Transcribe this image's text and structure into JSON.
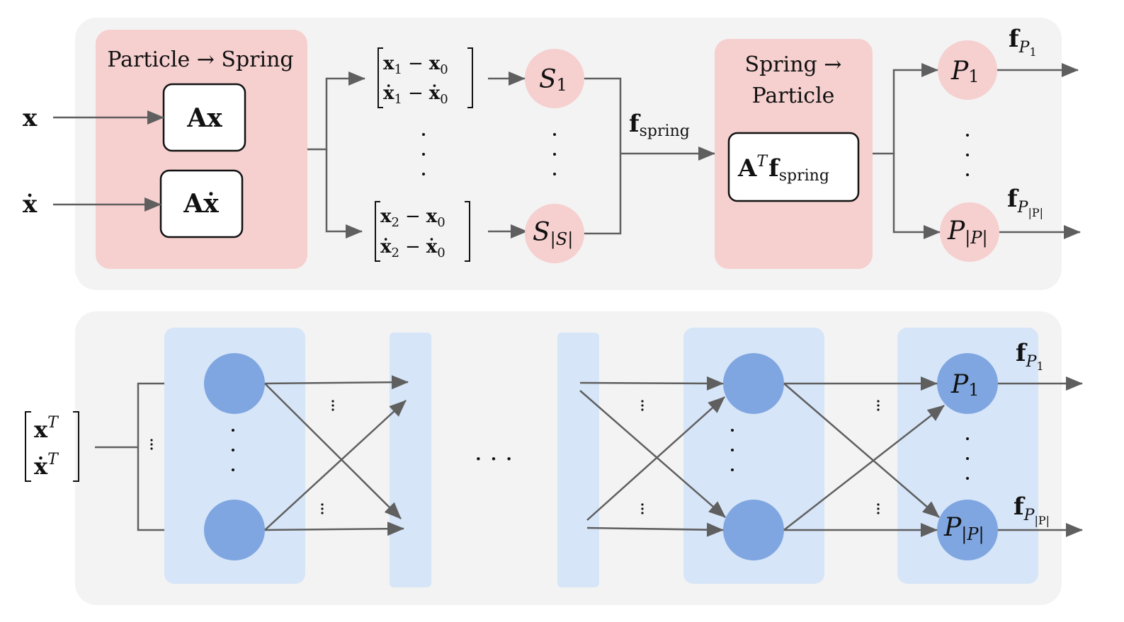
{
  "colors": {
    "panel_bg": "#f3f3f3",
    "pink_block": "#f6cfcf",
    "pink_node": "#f6cfcf",
    "blue_block": "#d6e5f8",
    "blue_node": "#7fa6e0",
    "arrow": "#5f5f5f",
    "box_border": "#111111",
    "box_fill": "#ffffff"
  },
  "top_panel": {
    "inputs": {
      "x": "x",
      "x_dot": "ẋ"
    },
    "p2s_block": {
      "title": "Particle → Spring",
      "box_ax": {
        "main": "Ax"
      },
      "box_axdot": {
        "main": "Aẋ"
      }
    },
    "spring_vectors": {
      "first_row1": {
        "a": "x",
        "a_sub": "1",
        "op": "−",
        "b": "x",
        "b_sub": "0"
      },
      "first_row2": {
        "a": "ẋ",
        "a_sub": "1",
        "op": "−",
        "b": "ẋ",
        "b_sub": "0"
      },
      "last_row1": {
        "a": "x",
        "a_sub": "2",
        "op": "−",
        "b": "x",
        "b_sub": "0"
      },
      "last_row2": {
        "a": "ẋ",
        "a_sub": "2",
        "op": "−",
        "b": "ẋ",
        "b_sub": "0"
      }
    },
    "spring_nodes": {
      "first": {
        "main": "S",
        "sub": "1"
      },
      "last": {
        "main": "S",
        "sub": "|S|"
      }
    },
    "f_spring": {
      "main": "f",
      "sub": "spring"
    },
    "s2p_block": {
      "title_line1": "Spring →",
      "title_line2": "Particle",
      "box": {
        "main": "A",
        "sup": "T",
        "f": "f",
        "sub": "spring"
      }
    },
    "particle_nodes": {
      "first": {
        "main": "P",
        "sub": "1"
      },
      "last": {
        "main": "P",
        "sub": "|P|"
      }
    },
    "outputs": {
      "first": {
        "main": "f",
        "sub": "P",
        "subsub": "1"
      },
      "last": {
        "main": "f",
        "sub": "P",
        "subsub": "|P|"
      }
    }
  },
  "bottom_panel": {
    "input_vector": {
      "row1": "x",
      "row1_sup": "T",
      "row2": "ẋ",
      "row2_sup": "T"
    },
    "ellipsis": "· · ·",
    "particle_nodes": {
      "first": {
        "main": "P",
        "sub": "1"
      },
      "last": {
        "main": "P",
        "sub": "|P|"
      }
    },
    "outputs": {
      "first": {
        "main": "f",
        "sub": "P",
        "subsub": "1"
      },
      "last": {
        "main": "f",
        "sub": "P",
        "subsub": "|P|"
      }
    }
  }
}
